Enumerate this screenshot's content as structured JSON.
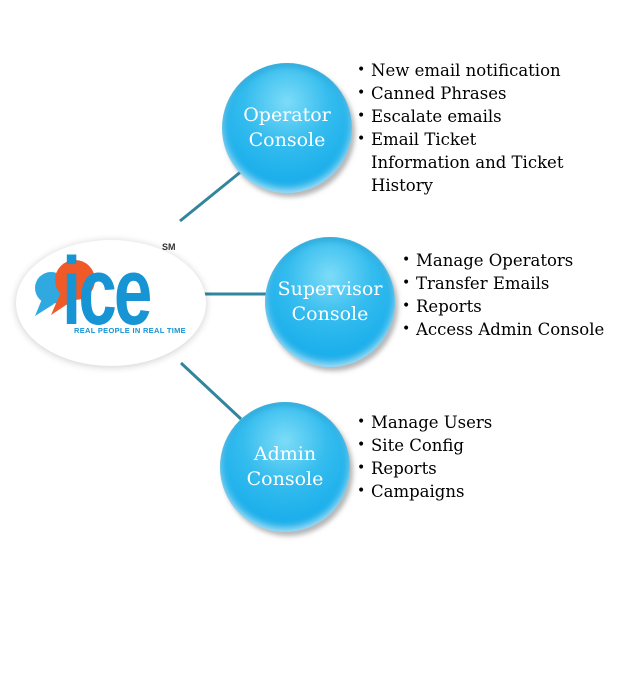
{
  "colors": {
    "connector": "#31859C",
    "circle_fill": "#1DB0EC",
    "circle_text": "#FFFFFF",
    "bullet_text": "#000000",
    "brand_blue": "#1694D4",
    "bubble_blue": "#2FA9E0",
    "bubble_orange": "#F05A28"
  },
  "bullet_char": "•",
  "logo": {
    "brand": "ice",
    "trademark": "SM",
    "tagline": "REAL PEOPLE IN REAL TIME"
  },
  "nodes": {
    "operator": {
      "line1": "Operator",
      "line2": "Console"
    },
    "supervisor": {
      "line1": "Supervisor",
      "line2": "Console"
    },
    "admin": {
      "line1": "Admin",
      "line2": "Console"
    }
  },
  "lists": {
    "operator": {
      "items": [
        "New email notification",
        "Canned Phrases",
        "Escalate emails",
        "Email Ticket Information and Ticket History"
      ]
    },
    "supervisor": {
      "items": [
        "Manage Operators",
        "Transfer Emails",
        "Reports",
        "Access Admin Console"
      ]
    },
    "admin": {
      "items": [
        "Manage Users",
        "Site Config",
        "Reports",
        "Campaigns"
      ]
    }
  }
}
